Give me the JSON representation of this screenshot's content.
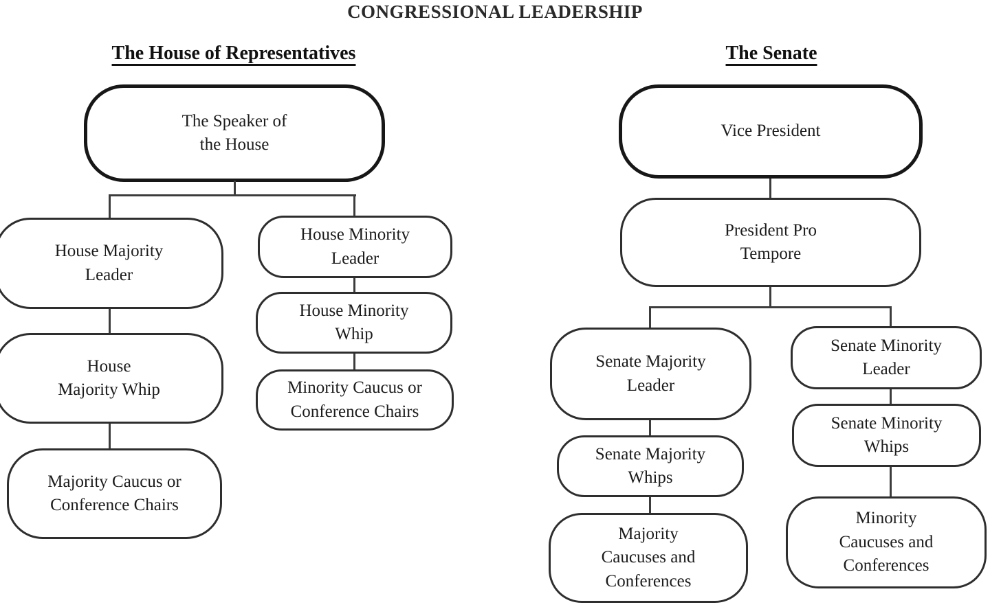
{
  "title": "CONGRESSIONAL LEADERSHIP",
  "sections": {
    "house": {
      "heading": "The House of Representatives"
    },
    "senate": {
      "heading": "The Senate"
    }
  },
  "nodes": {
    "speaker": {
      "lines": [
        "The Speaker of",
        "the House"
      ]
    },
    "house_majority_leader": {
      "lines": [
        "House Majority",
        "Leader"
      ]
    },
    "house_majority_whip": {
      "lines": [
        "House",
        "Majority Whip"
      ]
    },
    "majority_caucus_chairs": {
      "lines": [
        "Majority Caucus or",
        "Conference Chairs"
      ]
    },
    "house_minority_leader": {
      "lines": [
        "House Minority",
        "Leader"
      ]
    },
    "house_minority_whip": {
      "lines": [
        "House Minority",
        "Whip"
      ]
    },
    "minority_caucus_chairs": {
      "lines": [
        "Minority Caucus or",
        "Conference Chairs"
      ]
    },
    "vice_president": {
      "lines": [
        "Vice President"
      ]
    },
    "president_pro_tempore": {
      "lines": [
        "President Pro",
        "Tempore"
      ]
    },
    "senate_majority_leader": {
      "lines": [
        "Senate Majority",
        "Leader"
      ]
    },
    "senate_majority_whips": {
      "lines": [
        "Senate Majority",
        "Whips"
      ]
    },
    "majority_caucuses_conferences": {
      "lines": [
        "Majority",
        "Caucuses and",
        "Conferences"
      ]
    },
    "senate_minority_leader": {
      "lines": [
        "Senate Minority",
        "Leader"
      ]
    },
    "senate_minority_whips": {
      "lines": [
        "Senate Minority",
        "Whips"
      ]
    },
    "minority_caucuses_conferences": {
      "lines": [
        "Minority",
        "Caucuses and",
        "Conferences"
      ]
    }
  },
  "colors": {
    "background": "#ffffff",
    "text": "#1c1c1c",
    "box_border": "#2e2e2e",
    "emphasis_border": "#171717",
    "connector": "#3c3c3c"
  }
}
